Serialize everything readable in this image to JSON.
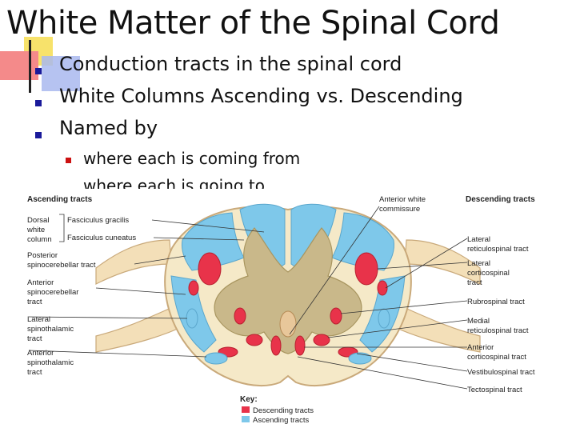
{
  "slide": {
    "title": "White Matter of the Spinal Cord",
    "bullets": [
      "Conduction tracts in the spinal cord",
      "White Columns Ascending vs. Descending",
      "Named by"
    ],
    "sub_bullets": [
      "where each is coming from",
      "where each is going to"
    ]
  },
  "figure": {
    "ascending_heading": "Ascending tracts",
    "descending_heading": "Descending tracts",
    "dorsal_white_column": [
      "Dorsal",
      "white",
      "column"
    ],
    "fasciculus_gracilis": "Fasciculus gracilis",
    "fasciculus_cuneatus": "Fasciculus cuneatus",
    "posterior_spinocerebellar": [
      "Posterior",
      "spinocerebellar tract"
    ],
    "anterior_spinocerebellar": [
      "Anterior",
      "spinocerebellar",
      "tract"
    ],
    "lateral_spinothalamic": [
      "Lateral",
      "spinothalamic",
      "tract"
    ],
    "anterior_spinothalamic": [
      "Anterior",
      "spinothalamic",
      "tract"
    ],
    "anterior_white_commissure": [
      "Anterior white",
      "commissure"
    ],
    "lateral_reticulospinal": [
      "Lateral",
      "reticulospinal tract"
    ],
    "lateral_corticospinal": [
      "Lateral",
      "corticospinal",
      "tract"
    ],
    "rubrospinal": "Rubrospinal tract",
    "medial_reticulospinal": [
      "Medial",
      "reticulospinal tract"
    ],
    "anterior_corticospinal": [
      "Anterior",
      "corticospinal tract"
    ],
    "vestibulospinal": "Vestibulospinal tract",
    "tectospinal": "Tectospinal tract",
    "key_title": "Key:",
    "key_descending": "Descending tracts",
    "key_ascending": "Ascending tracts",
    "colors": {
      "descending": "#e8334a",
      "ascending": "#7ec8ea",
      "gray_matter": "#c9b88a",
      "white_matter": "#f5e9c8"
    }
  }
}
